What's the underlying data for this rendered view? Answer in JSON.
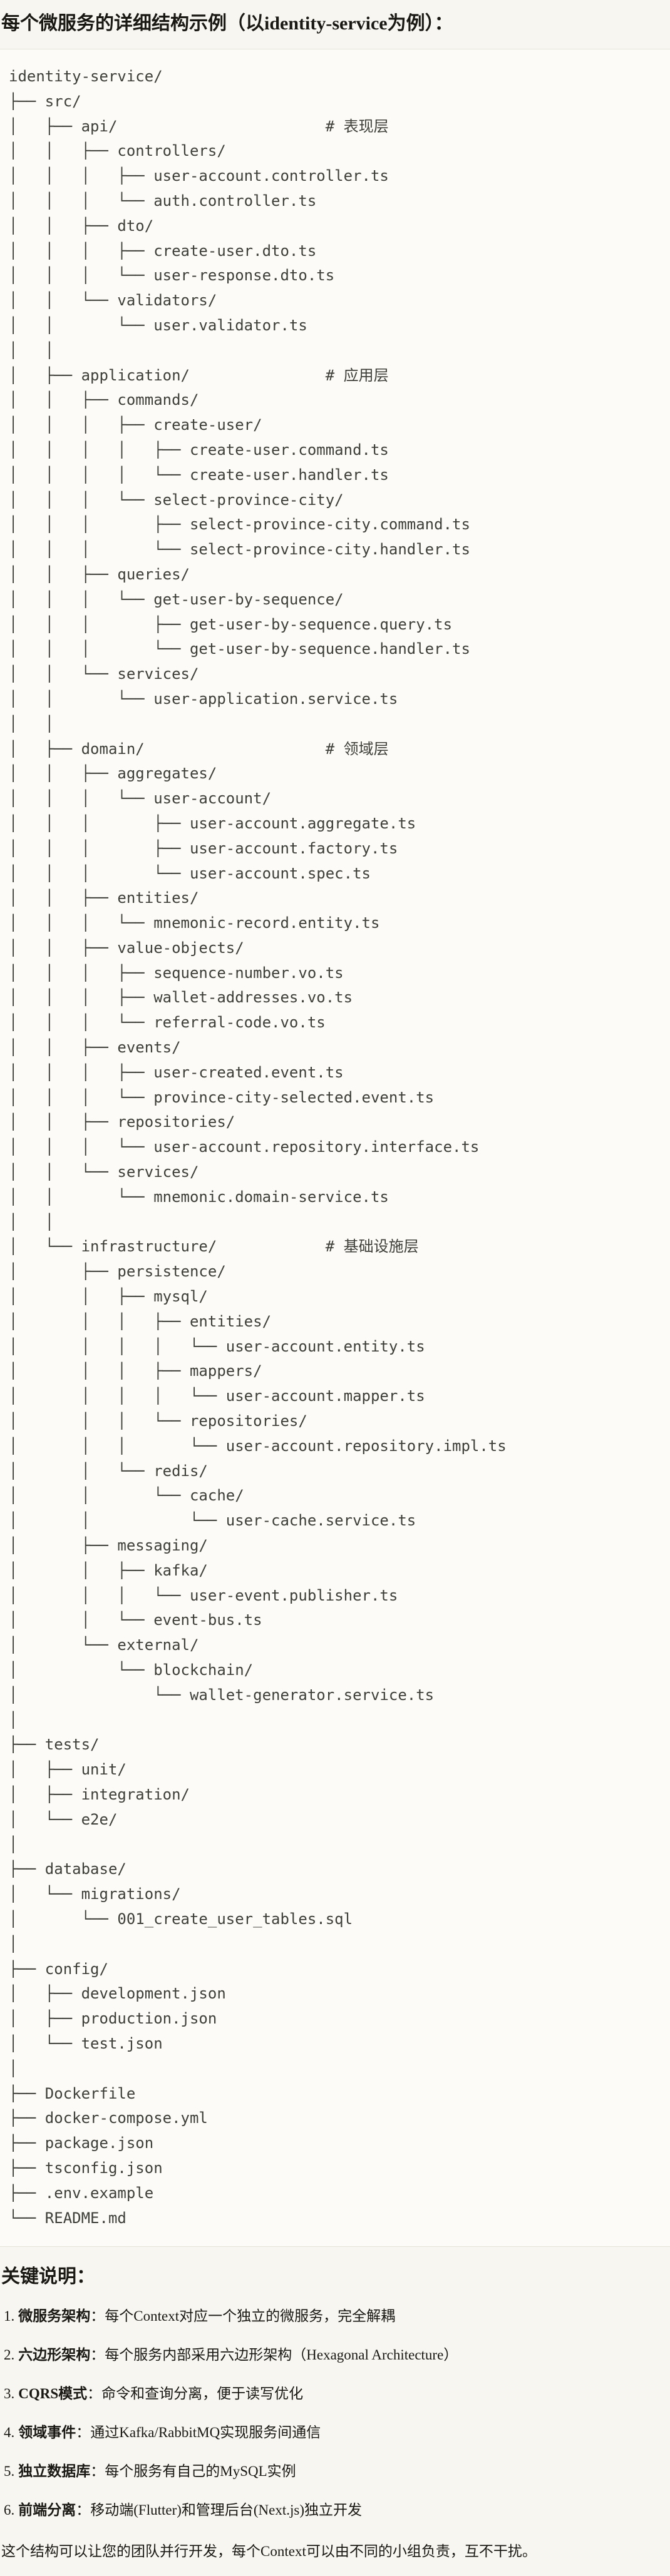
{
  "page": {
    "title": "每个微服务的详细结构示例（以identity-service为例）：",
    "background_color": "#F8F6F0",
    "text_color": "#1A1813"
  },
  "code_block": {
    "background_color": "#FCFBF7",
    "border_color": "#E5E3DA",
    "text_color": "#3F3F3A",
    "layer_comments": [
      "# 表现层",
      "# 应用层",
      "# 领域层",
      "# 基础设施层"
    ],
    "tree_lines": [
      "identity-service/",
      "├── src/",
      "│   ├── api/                       # 表现层",
      "│   │   ├── controllers/",
      "│   │   │   ├── user-account.controller.ts",
      "│   │   │   └── auth.controller.ts",
      "│   │   ├── dto/",
      "│   │   │   ├── create-user.dto.ts",
      "│   │   │   └── user-response.dto.ts",
      "│   │   └── validators/",
      "│   │       └── user.validator.ts",
      "│   │",
      "│   ├── application/               # 应用层",
      "│   │   ├── commands/",
      "│   │   │   ├── create-user/",
      "│   │   │   │   ├── create-user.command.ts",
      "│   │   │   │   └── create-user.handler.ts",
      "│   │   │   └── select-province-city/",
      "│   │   │       ├── select-province-city.command.ts",
      "│   │   │       └── select-province-city.handler.ts",
      "│   │   ├── queries/",
      "│   │   │   └── get-user-by-sequence/",
      "│   │   │       ├── get-user-by-sequence.query.ts",
      "│   │   │       └── get-user-by-sequence.handler.ts",
      "│   │   └── services/",
      "│   │       └── user-application.service.ts",
      "│   │",
      "│   ├── domain/                    # 领域层",
      "│   │   ├── aggregates/",
      "│   │   │   └── user-account/",
      "│   │   │       ├── user-account.aggregate.ts",
      "│   │   │       ├── user-account.factory.ts",
      "│   │   │       └── user-account.spec.ts",
      "│   │   ├── entities/",
      "│   │   │   └── mnemonic-record.entity.ts",
      "│   │   ├── value-objects/",
      "│   │   │   ├── sequence-number.vo.ts",
      "│   │   │   ├── wallet-addresses.vo.ts",
      "│   │   │   └── referral-code.vo.ts",
      "│   │   ├── events/",
      "│   │   │   ├── user-created.event.ts",
      "│   │   │   └── province-city-selected.event.ts",
      "│   │   ├── repositories/",
      "│   │   │   └── user-account.repository.interface.ts",
      "│   │   └── services/",
      "│   │       └── mnemonic.domain-service.ts",
      "│   │",
      "│   └── infrastructure/            # 基础设施层",
      "│       ├── persistence/",
      "│       │   ├── mysql/",
      "│       │   │   ├── entities/",
      "│       │   │   │   └── user-account.entity.ts",
      "│       │   │   ├── mappers/",
      "│       │   │   │   └── user-account.mapper.ts",
      "│       │   │   └── repositories/",
      "│       │   │       └── user-account.repository.impl.ts",
      "│       │   └── redis/",
      "│       │       └── cache/",
      "│       │           └── user-cache.service.ts",
      "│       ├── messaging/",
      "│       │   ├── kafka/",
      "│       │   │   └── user-event.publisher.ts",
      "│       │   └── event-bus.ts",
      "│       └── external/",
      "│           └── blockchain/",
      "│               └── wallet-generator.service.ts",
      "│",
      "├── tests/",
      "│   ├── unit/",
      "│   ├── integration/",
      "│   └── e2e/",
      "│",
      "├── database/",
      "│   └── migrations/",
      "│       └── 001_create_user_tables.sql",
      "│",
      "├── config/",
      "│   ├── development.json",
      "│   ├── production.json",
      "│   └── test.json",
      "│",
      "├── Dockerfile",
      "├── docker-compose.yml",
      "├── package.json",
      "├── tsconfig.json",
      "├── .env.example",
      "└── README.md"
    ]
  },
  "notes": {
    "heading": "关键说明：",
    "items": [
      {
        "num": "1.",
        "label": "微服务架构",
        "sep": "：",
        "text": "每个Context对应一个独立的微服务，完全解耦"
      },
      {
        "num": "2.",
        "label": "六边形架构",
        "sep": "：",
        "text": "每个服务内部采用六边形架构（Hexagonal Architecture）"
      },
      {
        "num": "3.",
        "label": "CQRS模式",
        "sep": "：",
        "text": "命令和查询分离，便于读写优化"
      },
      {
        "num": "4.",
        "label": "领域事件",
        "sep": "：",
        "text": "通过Kafka/RabbitMQ实现服务间通信"
      },
      {
        "num": "5.",
        "label": "独立数据库",
        "sep": "：",
        "text": "每个服务有自己的MySQL实例"
      },
      {
        "num": "6.",
        "label": "前端分离",
        "sep": "：",
        "text": "移动端(Flutter)和管理后台(Next.js)独立开发"
      }
    ],
    "footer": "这个结构可以让您的团队并行开发，每个Context可以由不同的小组负责，互不干扰。"
  }
}
